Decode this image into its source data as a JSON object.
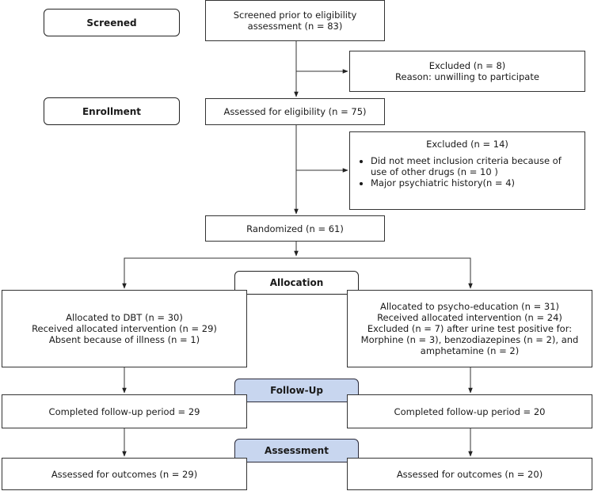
{
  "stages": {
    "screened": "Screened",
    "enrollment": "Enrollment",
    "allocation": "Allocation",
    "followup": "Follow-Up",
    "assessment": "Assessment"
  },
  "screened_box": [
    "Screened prior to eligibility",
    "assessment (n = 83)"
  ],
  "excluded1": [
    "Excluded (n = 8)",
    "Reason: unwilling to participate"
  ],
  "assessed_eligibility": "Assessed for eligibility (n = 75)",
  "excluded2": {
    "title": "Excluded (n = 14)",
    "items": [
      "Did not meet inclusion criteria because of use of other drugs (n = 10 )",
      "Major psychiatric history(n = 4)"
    ]
  },
  "randomized": "Randomized (n = 61)",
  "left_alloc": [
    "Allocated to DBT (n = 30)",
    "Received allocated intervention (n = 29)",
    "Absent because of illness (n = 1)"
  ],
  "right_alloc": [
    "Allocated to psycho-education (n = 31)",
    "Received allocated intervention (n = 24)",
    "Excluded (n = 7) after urine test positive for:",
    "Morphine (n = 3), benzodiazepines (n = 2), and",
    "amphetamine (n = 2)"
  ],
  "left_followup": "Completed follow-up period = 29",
  "right_followup": "Completed follow-up period = 20",
  "left_outcome": "Assessed for outcomes (n = 29)",
  "right_outcome": "Assessed for outcomes (n = 20)"
}
